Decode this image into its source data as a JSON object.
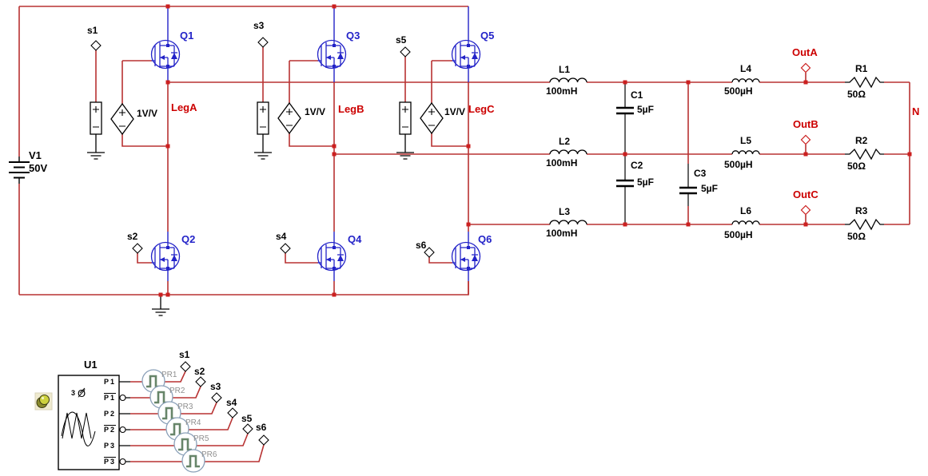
{
  "app": {
    "type": "three-phase inverter schematic"
  },
  "colors": {
    "wire": "#b83232",
    "junction": "#cc2020",
    "node_label": "#cc0000",
    "device_blue": "#2323c8",
    "component_black": "#000000",
    "probe_ring": "#8aa0b8",
    "probe_glyph": "#678569",
    "probe_label": "#8f8f8f"
  },
  "dc_source": {
    "name": "V1",
    "value": "50V"
  },
  "legs": [
    {
      "node": "LegA",
      "gain": "1V/V",
      "high_fet": "Q1",
      "low_fet": "Q2",
      "high_sw": "s1",
      "low_sw": "s2"
    },
    {
      "node": "LegB",
      "gain": "1V/V",
      "high_fet": "Q3",
      "low_fet": "Q4",
      "high_sw": "s3",
      "low_sw": "s4"
    },
    {
      "node": "LegC",
      "gain": "1V/V",
      "high_fet": "Q5",
      "low_fet": "Q6",
      "high_sw": "s5",
      "low_sw": "s6"
    }
  ],
  "filter": {
    "series_inductors": [
      {
        "name": "L1",
        "value": "100mH"
      },
      {
        "name": "L2",
        "value": "100mH"
      },
      {
        "name": "L3",
        "value": "100mH"
      }
    ],
    "shunt_capacitors": [
      {
        "name": "C1",
        "value": "5µF"
      },
      {
        "name": "C2",
        "value": "5µF"
      },
      {
        "name": "C3",
        "value": "5µF"
      }
    ],
    "output_inductors": [
      {
        "name": "L4",
        "value": "500µH"
      },
      {
        "name": "L5",
        "value": "500µH"
      },
      {
        "name": "L6",
        "value": "500µH"
      }
    ]
  },
  "load": {
    "resistors": [
      {
        "name": "R1",
        "value": "50Ω"
      },
      {
        "name": "R2",
        "value": "50Ω"
      },
      {
        "name": "R3",
        "value": "50Ω"
      }
    ],
    "outputs": [
      "OutA",
      "OutB",
      "OutC"
    ],
    "neutral": "N"
  },
  "pwm": {
    "name": "U1",
    "phase_digit": "3",
    "phase_symbol": "Ø",
    "pins": [
      "P1",
      "P1",
      "P2",
      "P2",
      "P3",
      "P3"
    ],
    "probes": [
      "PR1",
      "PR2",
      "PR3",
      "PR4",
      "PR5",
      "PR6"
    ],
    "terminals": [
      "s1",
      "s2",
      "s3",
      "s4",
      "s5",
      "s6"
    ]
  }
}
